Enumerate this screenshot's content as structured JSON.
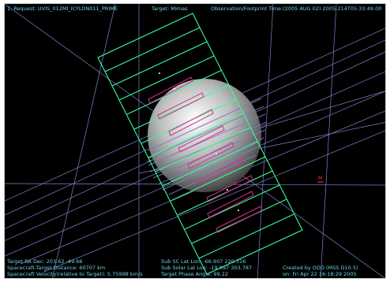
{
  "header": {
    "request": "1. Request: UVIS_012MI_ICYLON011_PRIME",
    "target": "Target: Mimas",
    "obs_time": "Observation/Footprint Time:(2005 AUG 02) 2005-214T05:33:49.00"
  },
  "axis": {
    "label": "-M"
  },
  "footer": {
    "ra_dec": "Target RA Dec: 203.62   -49.66",
    "distance": "Spacecraft-Target Distance:   60707 km",
    "velocity": "Spacecraft Velocity(relative to Target): 5.75998 km/s",
    "sub_sc": "Sub SC Lat Lon: -66.907  220.316",
    "sub_solar": "Sub Solar Lat Lon: -19.997  303.787",
    "phase": "Target Phase Angle: 99.22",
    "created_by": "Created by ODD (MSS D10.5)",
    "created_on": "on: Fri Apr 22 16:18:29 2005"
  },
  "colors": {
    "background": "#000000",
    "hud_text": "#6fd6e6",
    "footprint": "#33ff99",
    "grid": "#8080d0",
    "slit": "#d0308a",
    "axis": "#ff3030"
  }
}
